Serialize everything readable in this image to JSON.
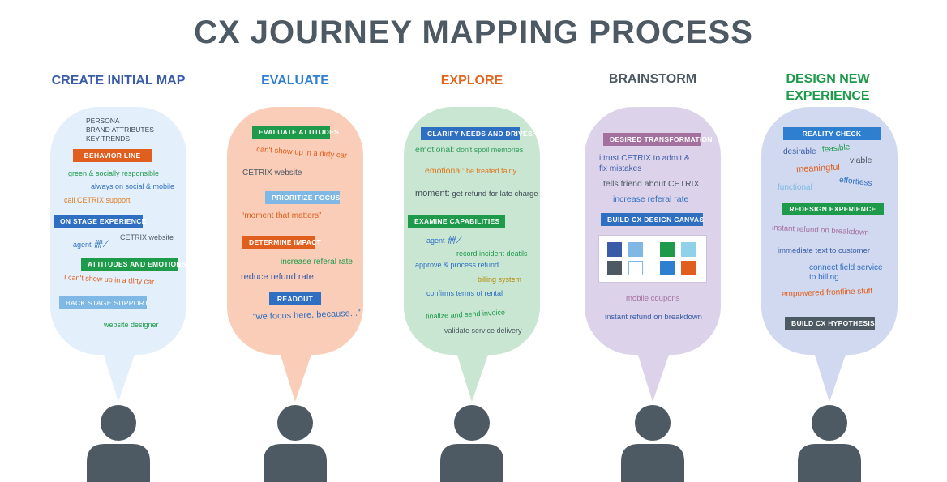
{
  "title": "CX JOURNEY MAPPING PROCESS",
  "colors": {
    "title": "#4d5a63",
    "create_bubble": "#e3effb",
    "evaluate_bubble": "#f9cdb7",
    "explore_bubble": "#c9e6d3",
    "brainstorm_bubble": "#dcd3ea",
    "design_bubble": "#d1d9f0",
    "person": "#4d5a63",
    "blue": "#2f6fc1",
    "green": "#1d9a4a",
    "orange": "#e05f1e",
    "purple": "#a4719f",
    "darkgray": "#4d5a63",
    "lightblue": "#7fb8e4"
  },
  "stages": [
    {
      "title_lines": [
        "CREATE INITIAL MAP"
      ],
      "title_color": "#3a5ca8"
    },
    {
      "title_lines": [
        "EVALUATE"
      ],
      "title_color": "#2f7fd0"
    },
    {
      "title_lines": [
        "EXPLORE"
      ],
      "title_color": "#e0651e"
    },
    {
      "title_lines": [
        "BRAINSTORM"
      ],
      "title_color": "#4d5a63"
    },
    {
      "title_lines": [
        "DESIGN NEW",
        "EXPERIENCE"
      ],
      "title_color": "#1d9a4a"
    }
  ],
  "create": {
    "intro": [
      "PERSONA",
      "BRAND ATTRIBUTES",
      "KEY TRENDS"
    ],
    "behavior_line": "BEHAVIOR LINE",
    "green_social": "green & socially responsible",
    "always_on": "always on social & mobile",
    "call_support": "call CETRIX support",
    "on_stage": "ON STAGE EXPERIENCE",
    "cetrix_website": "CETRIX website",
    "agent": "agent",
    "attitudes": "ATTITUDES AND EMOTIONS",
    "cant_show": "I can't show up in a dirty car",
    "back_stage": "BACK STAGE SUPPORT",
    "website_designer": "website designer"
  },
  "evaluate": {
    "evaluate_attitudes": "EVALUATE ATTITUDES",
    "cant_show": "can't show up in a dirty car",
    "cetrix_website": "CETRIX website",
    "prioritize_focus": "PRIORITIZE FOCUS",
    "moment": "“moment that matters”",
    "determine_impact": "DETERMINE IMPACT",
    "increase_referal": "increase referal rate",
    "reduce_refund": "reduce refund rate",
    "readout": "READOUT",
    "we_focus": "“we focus here, because...”"
  },
  "explore": {
    "clarify": "CLARIFY  NEEDS AND DRIVES",
    "emotional1_label": "emotional:",
    "emotional1_text": "don't spoil memories",
    "emotional2_label": "emotional:",
    "emotional2_text": "be treated fairly",
    "moment_label": "moment:",
    "moment_text": "get refund for late charge",
    "examine": "EXAMINE CAPABILITIES",
    "agent": "agent",
    "record": "record incident deatils",
    "approve": "approve & process refund",
    "billing": "billing system",
    "confirms": "confirms terms of rental",
    "finalize": "finalize and send invoice",
    "validate": "validate service delivery"
  },
  "brainstorm": {
    "desired": "DESIRED TRANSFORMATION",
    "trust_line1": "i trust CETRIX  to admit &",
    "trust_line2": "fix mistakes",
    "tells_friend": "tells friend about CETRIX",
    "increase_referal": "increase referal rate",
    "build_canvas": "BUILD CX DESIGN CANVAS",
    "mobile_coupons": "mobile coupons",
    "instant_refund": "instant refund on breakdown"
  },
  "design": {
    "reality_check": "REALITY CHECK",
    "desirable": "desirable",
    "feasible": "feasible",
    "viable": "viable",
    "meaningful": "meaningful",
    "effortless": "effortless",
    "functional": "functional",
    "redesign": "REDESIGN EXPERIENCE",
    "instant_refund": "instant refund on breakdown",
    "immediate_text": "immediate text to customer",
    "connect_line1": "connect field service",
    "connect_line2": "to billing",
    "empowered": "empowered frontline stuff",
    "build_hypothesis": "BUILD  CX HYPOTHESIS"
  }
}
